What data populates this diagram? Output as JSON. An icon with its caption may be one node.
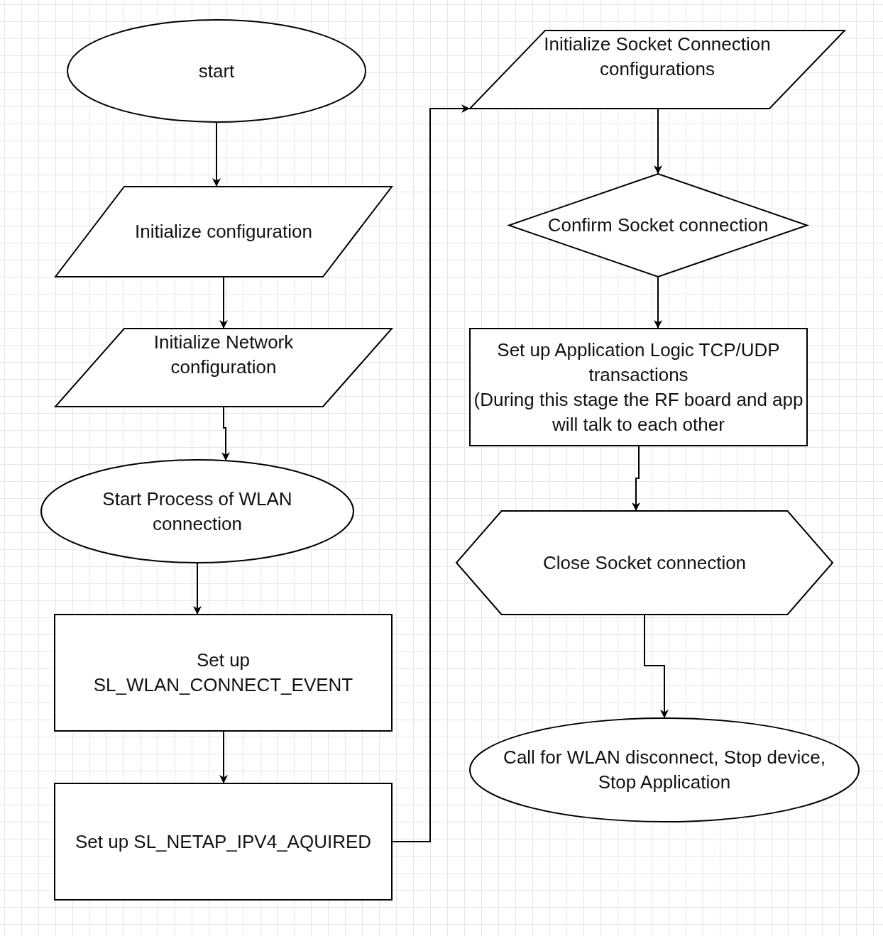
{
  "diagram": {
    "nodes": [
      {
        "text": [
          "start"
        ]
      },
      {
        "text": [
          "Initialize configuration"
        ]
      },
      {
        "text": [
          "Initialize Network configuration"
        ]
      },
      {
        "text": [
          "Start Process of WLAN connection"
        ]
      },
      {
        "text": [
          "Set up SL_WLAN_CONNECT_EVENT"
        ]
      },
      {
        "text": [
          "Set up SL_NETAP_IPV4_AQUIRED"
        ]
      },
      {
        "text": [
          "Initialize Socket Connection configurations"
        ]
      },
      {
        "text": [
          "Confirm Socket connection"
        ]
      },
      {
        "text": [
          "Set up Application Logic TCP/UDP transactions",
          "(During this stage the RF board and app will talk to each other"
        ]
      },
      {
        "text": [
          "Close Socket connection"
        ]
      },
      {
        "text": [
          "Call for WLAN disconnect, Stop device, Stop Application"
        ]
      }
    ],
    "edges": [
      {
        "from": 0,
        "to": 1,
        "arrow": "to"
      },
      {
        "from": 1,
        "to": 2,
        "arrow": "to"
      },
      {
        "from": 2,
        "to": 3,
        "arrow": "to"
      },
      {
        "from": 3,
        "to": 4,
        "arrow": "to"
      },
      {
        "from": 4,
        "to": 5,
        "arrow": "to"
      },
      {
        "from": 5,
        "to": 6,
        "arrow": "to"
      },
      {
        "from": 6,
        "to": 7,
        "arrow": "to"
      },
      {
        "from": 7,
        "to": 8,
        "arrow": "to"
      },
      {
        "from": 8,
        "to": 9,
        "arrow": "to"
      },
      {
        "from": 9,
        "to": 10,
        "arrow": "to"
      }
    ]
  }
}
